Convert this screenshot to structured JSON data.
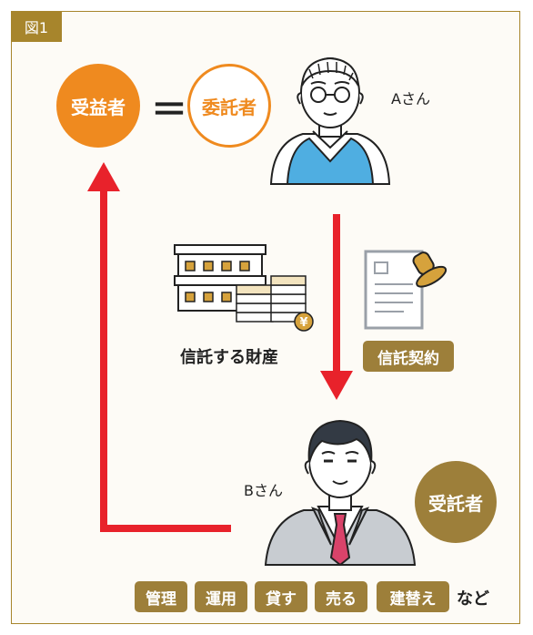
{
  "figure_tag": "図1",
  "beneficiary": "受益者",
  "equals": "＝",
  "settlor": "委託者",
  "person_a": "Aさん",
  "trust_property": "信託する財産",
  "trust_contract": "信託契約",
  "person_b": "Bさん",
  "trustee": "受託者",
  "actions": [
    "管理",
    "運用",
    "貸す",
    "売る",
    "建替え"
  ],
  "actions_suffix": "など",
  "yen_symbol": "¥",
  "colors": {
    "orange": "#ef8a1f",
    "gold": "#9d7f3a",
    "arrow_red": "#e8222b",
    "vest_blue": "#4faee1",
    "frame": "#a7852c"
  }
}
